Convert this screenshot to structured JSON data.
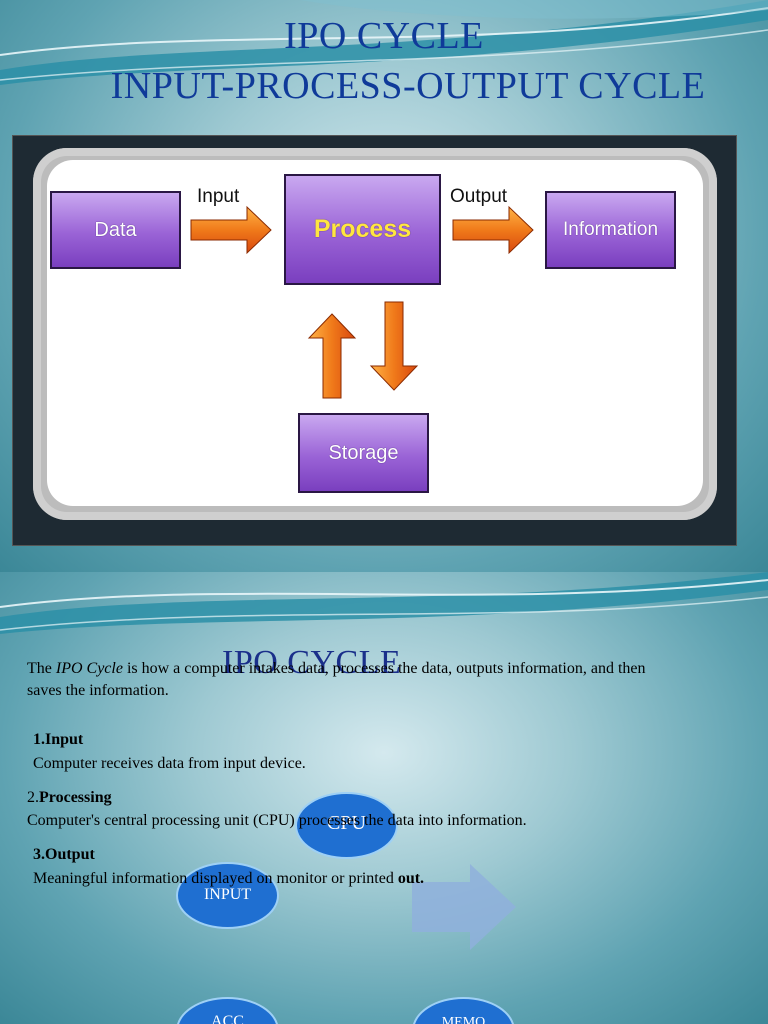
{
  "slide1": {
    "title_line1": "IPO CYCLE",
    "title_line2": "INPUT-PROCESS-OUTPUT  CYCLE",
    "diagram": {
      "data_label": "Data",
      "input_label": "Input",
      "process_label": "Process",
      "output_label": "Output",
      "information_label": "Information",
      "storage_label": "Storage"
    }
  },
  "slide2": {
    "ghost_title": "IPO CYCLE",
    "intro": {
      "prefix": "The ",
      "emphasis": "IPO Cycle",
      "rest": " is how a computer intakes data, processes the data, outputs information, and then saves the information."
    },
    "items": [
      {
        "heading": "1.Input",
        "text": "Computer receives data from input device."
      },
      {
        "heading_num": "2.",
        "heading": "Processing",
        "text": "Computer's central processing unit (CPU) processes the data into information."
      },
      {
        "heading": "3.Output",
        "text_main": "Meaningful information displayed on monitor or printed ",
        "text_bold": "out."
      }
    ],
    "shapes": {
      "cpu_label": "CPU",
      "input_label": "INPUT",
      "left_bottom_label": "ACC",
      "memo_label": "MEMO"
    }
  },
  "colors": {
    "title": "#0f3a99",
    "box_purple": "#9a63d6",
    "process_text": "#ffe640",
    "arrow_orange": "#f07a1a",
    "ellipse_blue": "#1f6fd1",
    "arrow_gray_blue": "#8fb0dc"
  }
}
